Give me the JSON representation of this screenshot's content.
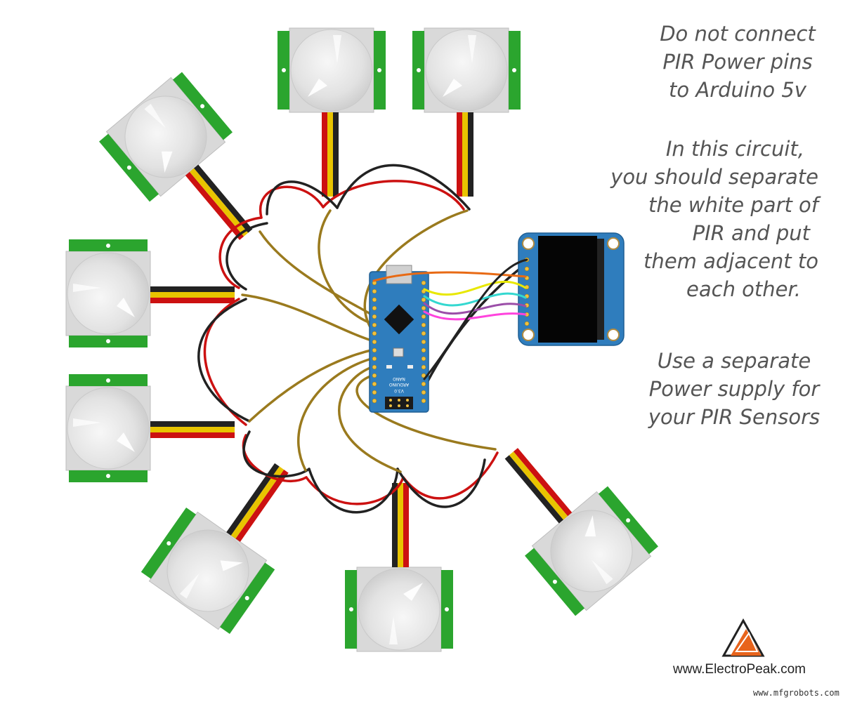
{
  "notes": {
    "note1": [
      "Do not connect",
      "PIR Power pins",
      "to Arduino 5v"
    ],
    "note2": [
      "In this circuit,",
      "you should separate",
      "the white part of",
      "PIR and put",
      "them adjacent to",
      "each other."
    ],
    "note3": [
      "Use a separate",
      "Power supply for",
      "your PIR Sensors"
    ]
  },
  "board": {
    "label_main": "ARDUINO",
    "label_sub": "NANO",
    "label_ver": "V3.0"
  },
  "branding": {
    "url": "www.ElectroPeak.com",
    "watermark": "www.mfgrobots.com",
    "logo_icon": "electropeak-triangle-logo"
  },
  "colors": {
    "pir_board": "#2ba52e",
    "pir_dome": "#e8e8e8",
    "wire_red": "#cc1111",
    "wire_black": "#222222",
    "wire_yellow": "#e8c400",
    "wire_brown": "#9a7a1e",
    "arduino": "#2f7dbd",
    "oled": "#2f7dbd",
    "note_text": "#555555",
    "logo": "#e8641c"
  }
}
